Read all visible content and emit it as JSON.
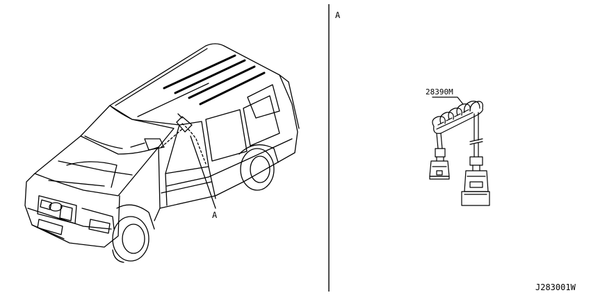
{
  "diagram": {
    "vehicle_callout_label": "A",
    "detail_view_label": "A",
    "part_number": "28390M",
    "drawing_code": "J283001W"
  }
}
